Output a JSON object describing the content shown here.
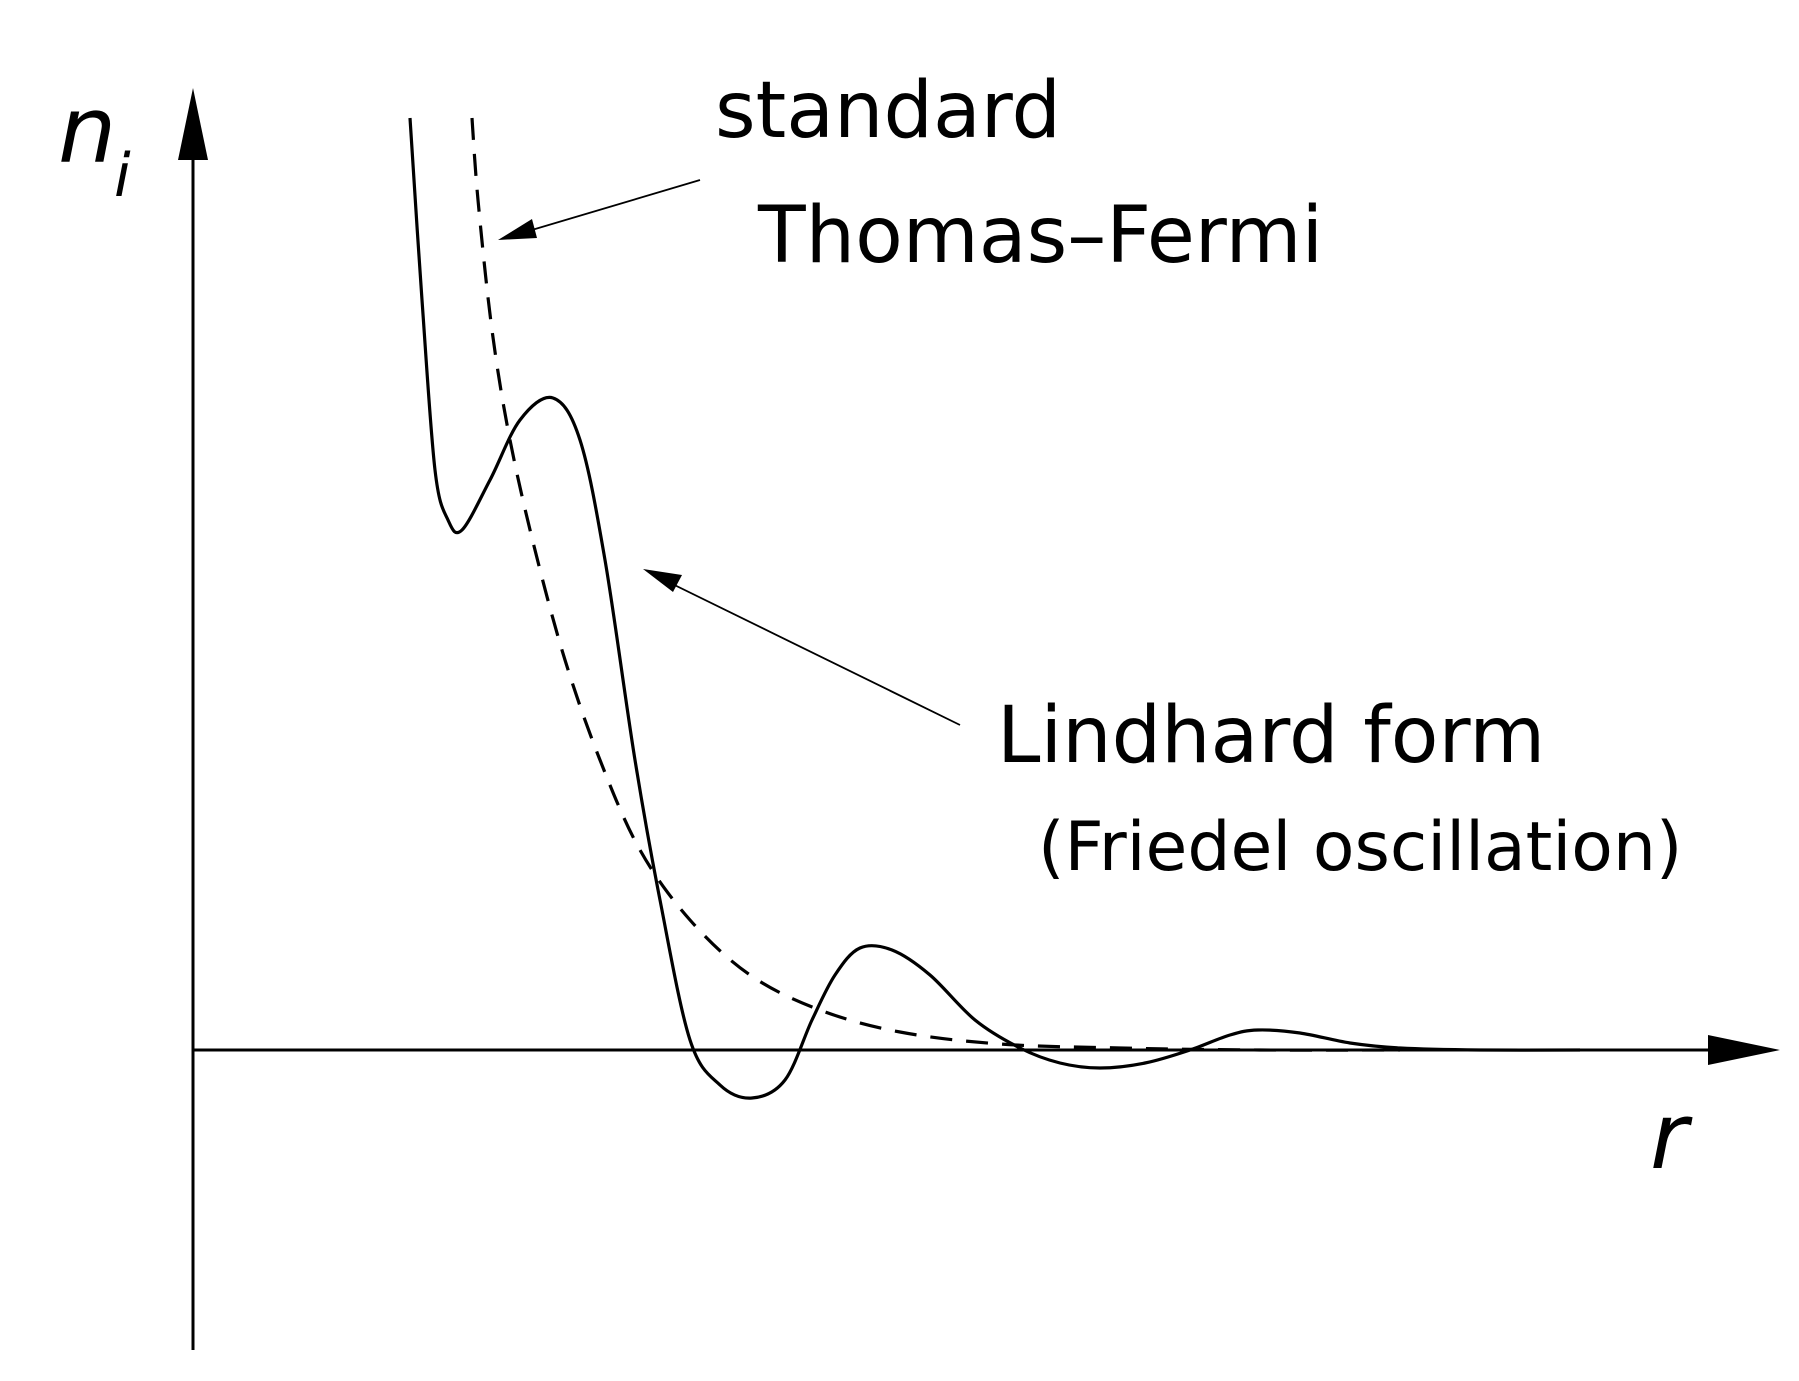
{
  "labels": {
    "y_axis_main": "n",
    "y_axis_sub": "i",
    "x_axis": "r",
    "tf_line1": "standard",
    "tf_line2": "Thomas–Fermi",
    "lind_line1": "Lindhard form",
    "lind_line2": "(Friedel oscillation)"
  },
  "curves": [
    {
      "name": "Thomas–Fermi",
      "style": "dashed"
    },
    {
      "name": "Lindhard form",
      "style": "solid"
    }
  ]
}
